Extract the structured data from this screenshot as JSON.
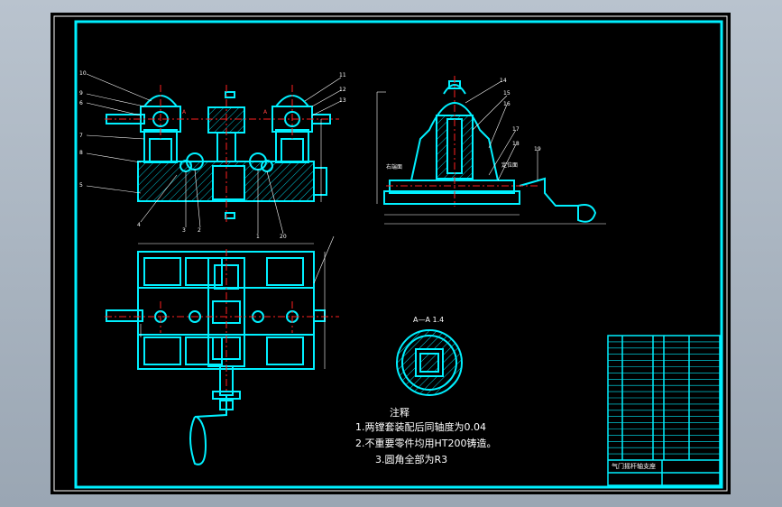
{
  "drawing": {
    "notes_title": "注释",
    "notes": [
      "1.两镗套装配后同轴度为0.04",
      "2.不重要零件均用HT200铸造。",
      "3.圆角全部为R3"
    ],
    "section_label": "A—A 1.4",
    "drawing_title": "气门摇杆轴支座",
    "left_balloons": [
      "10",
      "9",
      "6",
      "7",
      "8",
      "5",
      "4",
      "3",
      "2",
      "1",
      "20"
    ],
    "right_balloons": [
      "11",
      "12",
      "13"
    ],
    "side_balloons": [
      "14",
      "15",
      "16",
      "17",
      "18",
      "19"
    ],
    "side_labels": [
      "右端面",
      "定位面"
    ],
    "dim_labels": [
      "A",
      "A"
    ],
    "title_table_rows": 20
  },
  "colors": {
    "line": "#00f0ff",
    "center": "#ff2020",
    "text": "#ffffff",
    "hatch": "#00c8d8",
    "background": "#000000"
  }
}
